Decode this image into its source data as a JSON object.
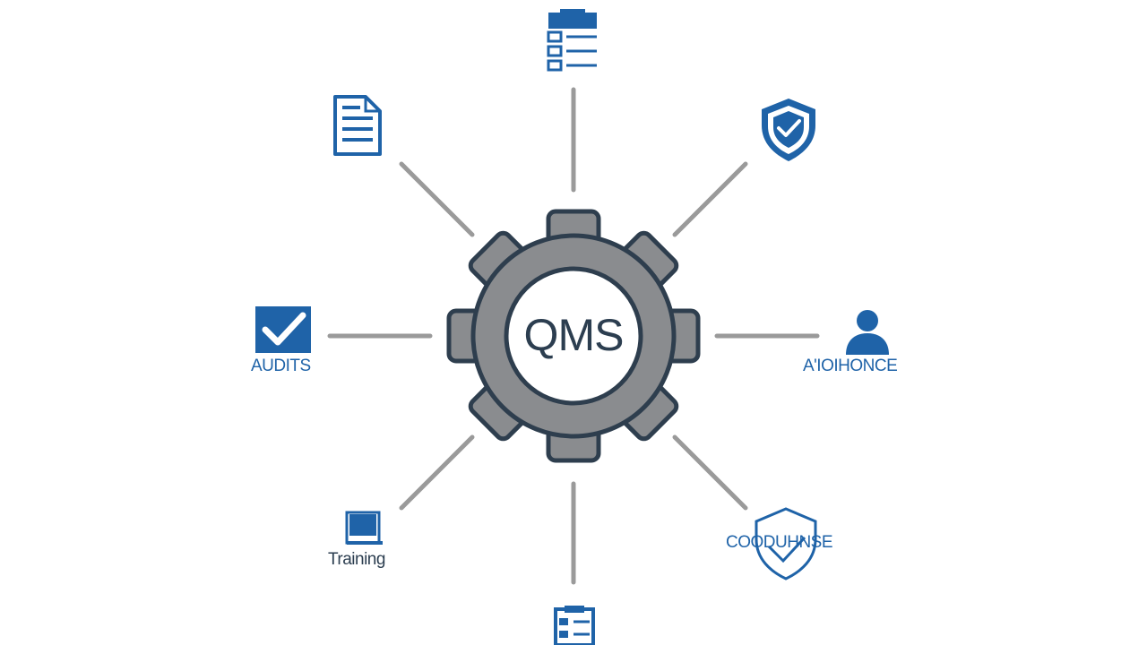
{
  "center": {
    "label": "QMS"
  },
  "nodes": {
    "audits": {
      "label": "AUDITS",
      "icon": "checkbox-icon"
    },
    "right": {
      "label": "A'IOIHONCE",
      "icon": "person-icon"
    },
    "training": {
      "label": "Training",
      "icon": "training-book-icon"
    },
    "bottom_right": {
      "label": "COODUHNSE",
      "icon": "shield-outline-icon"
    },
    "top": {
      "icon": "list-document-icon"
    },
    "top_left": {
      "icon": "document-icon"
    },
    "top_right": {
      "icon": "shield-check-icon"
    },
    "bottom": {
      "icon": "clipboard-icon"
    }
  },
  "colors": {
    "accent_blue": "#1f63a8",
    "gear_fill": "#8a8c8f",
    "gear_stroke": "#2e3e4e",
    "connector": "#9a9a9a",
    "text_dark": "#2c3e50"
  }
}
